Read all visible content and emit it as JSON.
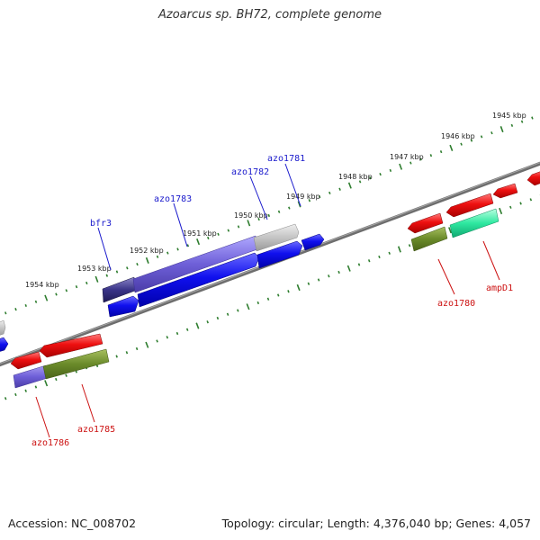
{
  "title": "Azoarcus sp. BH72, complete genome",
  "footer": {
    "accession": "Accession: NC_008702",
    "topology": "Topology: circular; Length: 4,376,040 bp; Genes: 4,057"
  },
  "colors": {
    "backbone": "#7a7a7a",
    "ruler": "#2e7d2e",
    "forward_label": "#1a1acc",
    "reverse_label": "#cc1111"
  },
  "ruler_labels": [
    "1954 kbp",
    "1953 kbp",
    "1952 kbp",
    "1951 kbp",
    "1950 kbp",
    "1949 kbp",
    "1948 kbp",
    "1947 kbp",
    "1946 kbp",
    "1945 kbp"
  ],
  "gene_labels": {
    "bfr3": "bfr3",
    "azo1783": "azo1783",
    "azo1782": "azo1782",
    "azo1781": "azo1781",
    "azo1780": "azo1780",
    "ampD1": "ampD1",
    "azo1786": "azo1786",
    "azo1785": "azo1785"
  }
}
